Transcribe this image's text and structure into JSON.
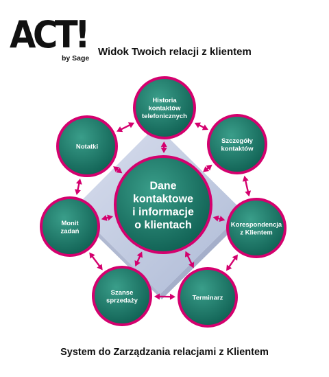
{
  "logo": {
    "main": "ACT!",
    "sub": "by Sage"
  },
  "title": "Widok Twoich relacji z klientem",
  "footer": "System do Zarządzania relacjami z Klientem",
  "center": {
    "lines": [
      "Dane",
      "kontaktowe",
      "i informacje",
      "o klientach"
    ]
  },
  "nodes": [
    {
      "id": "historia",
      "lines": [
        "Historia",
        "kontaktów",
        "telefonicznych"
      ]
    },
    {
      "id": "szczegoly",
      "lines": [
        "Szczegóły",
        "kontaktów"
      ]
    },
    {
      "id": "korespondencja",
      "lines": [
        "Korespondencja",
        "z Klientem"
      ]
    },
    {
      "id": "terminarz",
      "lines": [
        "Terminarz"
      ]
    },
    {
      "id": "szanse",
      "lines": [
        "Szanse",
        "sprzedaży"
      ]
    },
    {
      "id": "monit",
      "lines": [
        "Monit",
        "zadań"
      ]
    },
    {
      "id": "notatki",
      "lines": [
        "Notatki"
      ]
    }
  ],
  "colors": {
    "node_fill": "#1c7a6a",
    "node_border": "#d4006e",
    "arrow": "#d4006e",
    "diamond": "#b9c4dc"
  },
  "icons": {
    "arrows": "double-headed-arrow-icon"
  }
}
